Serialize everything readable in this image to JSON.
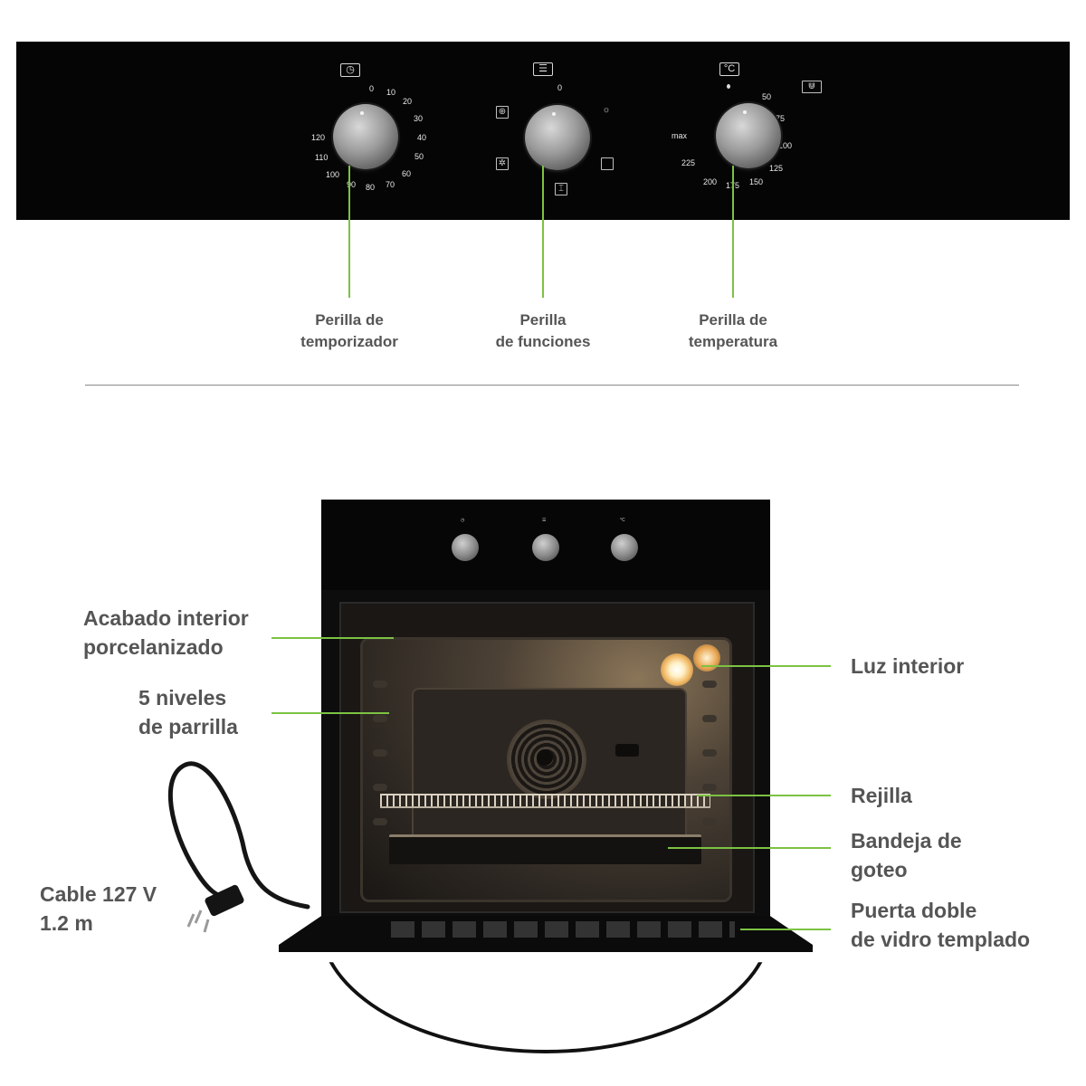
{
  "panel": {
    "timer": {
      "top_icon": "clock-icon",
      "scale": [
        "0",
        "10",
        "20",
        "30",
        "40",
        "50",
        "60",
        "70",
        "80",
        "90",
        "100",
        "110",
        "120"
      ]
    },
    "functions": {
      "top_icon": "menu-icon",
      "zero": "0",
      "side_icons": [
        "top-heat-fan-icon",
        "light-icon",
        "bottom-heat-icon",
        "fan-icon",
        "grill-icon"
      ]
    },
    "temperature": {
      "top_icon": "celsius-icon",
      "scale": [
        "50",
        "75",
        "100",
        "125",
        "150",
        "175",
        "200",
        "225",
        "max"
      ],
      "side_icon": "defrost-icon"
    }
  },
  "knob_labels": {
    "timer": [
      "Perilla de",
      "temporizador"
    ],
    "functions": [
      "Perilla",
      "de funciones"
    ],
    "temperature": [
      "Perilla de",
      "temperatura"
    ]
  },
  "features": {
    "interior_finish": [
      "Acabado interior",
      "porcelanizado"
    ],
    "rack_levels": [
      "5 niveles",
      "de parrilla"
    ],
    "cable": [
      "Cable 127 V",
      "1.2 m"
    ],
    "light": [
      "Luz interior"
    ],
    "rack": [
      "Rejilla"
    ],
    "drip_tray": [
      "Bandeja de",
      "goteo"
    ],
    "door": [
      "Puerta doble",
      "de vidro templado"
    ]
  },
  "colors": {
    "leader": "#7cc242",
    "label_text": "#555555",
    "panel": "#050505"
  }
}
